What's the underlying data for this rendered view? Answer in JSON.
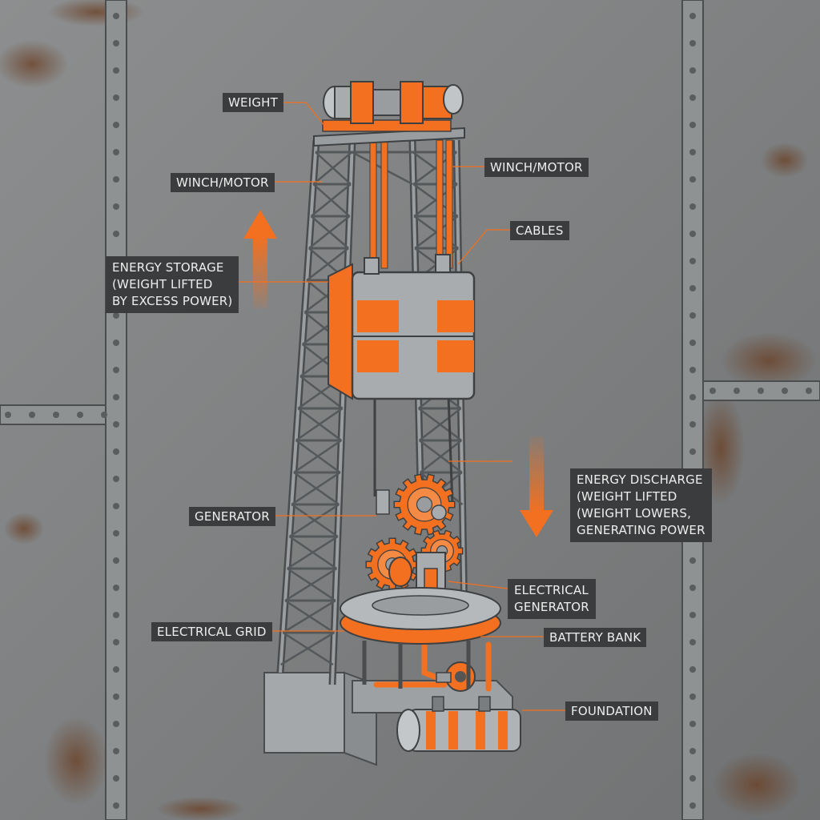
{
  "labels": {
    "weight": "WEIGHT",
    "winch_motor_left": "WINCH/MOTOR",
    "winch_motor_right": "WINCH/MOTOR",
    "cables": "CABLES",
    "energy_storage": "ENERGY STORAGE\n(WEIGHT LIFTED\nBY EXCESS POWER)",
    "energy_discharge": "ENERGY DISCHARGE\n(WEIGHT LIFTED\n(WEIGHT LOWERS,\nGENERATING POWER",
    "generator": "GENERATOR",
    "electrical_generator": "ELECTRICAL\nGENERATOR",
    "electrical_grid": "ELECTRICAL GRID",
    "battery_bank": "BATTERY BANK",
    "foundation": "FOUNDATION"
  },
  "colors": {
    "accent_orange": "#f2701f",
    "steel_dark": "#4a4c4e",
    "steel_light": "#b3b6b8",
    "panel_bg": "#7b7d7e",
    "label_bg": "#3b3c3d",
    "rust": "#7a4a2a"
  },
  "icons": {
    "up_arrow": "arrow-up-icon",
    "down_arrow": "arrow-down-icon"
  }
}
